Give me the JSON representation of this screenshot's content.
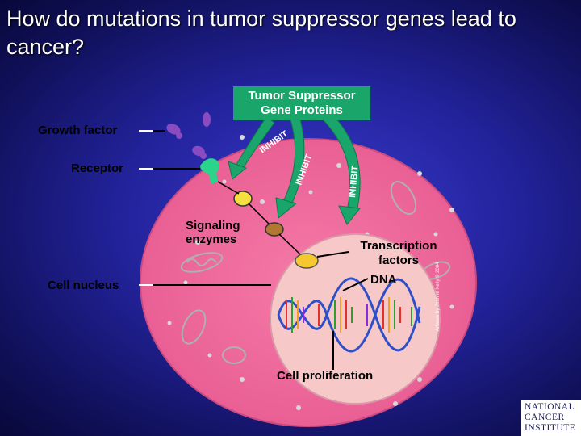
{
  "title": "How do mutations in tumor suppressor genes lead to cancer?",
  "labels": {
    "tumor_suppressor": "Tumor Suppressor Gene Proteins",
    "growth_factor": "Growth factor",
    "receptor": "Receptor",
    "signaling_enzymes": "Signaling enzymes",
    "transcription_factors": "Transcription factors",
    "dna": "DNA",
    "cell_nucleus": "Cell nucleus",
    "cell_proliferation": "Cell proliferation"
  },
  "arrow_labels": [
    "INHIBIT",
    "INHIBIT",
    "INHIBIT"
  ],
  "credit": "Artwork by Jeanne Kelly © 2004",
  "logo": "NATIONAL CANCER INSTITUTE",
  "colors": {
    "background": "#2626a8",
    "cell": "#f070a0",
    "nucleus": "#f7c8c8",
    "inhibit_arrow": "#1aa56a",
    "growth_factor": "#8a4bc0",
    "receptor": "#2ad48a",
    "enzyme_yellow": "#f5e040",
    "enzyme_brown": "#b07830"
  }
}
